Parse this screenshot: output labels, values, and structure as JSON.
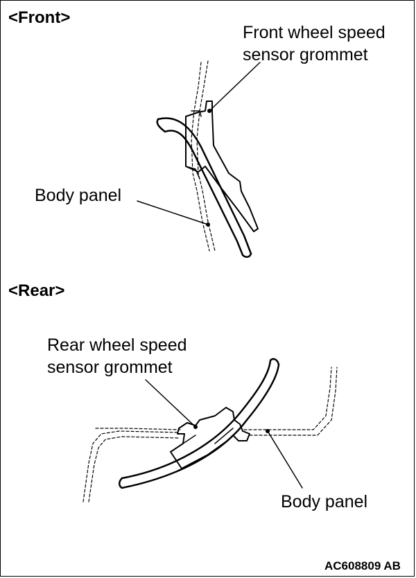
{
  "sections": {
    "front": {
      "title": "<Front>",
      "grommet_label_line1": "Front wheel speed",
      "grommet_label_line2": "sensor grommet",
      "panel_label": "Body panel"
    },
    "rear": {
      "title": "<Rear>",
      "grommet_label_line1": "Rear wheel speed",
      "grommet_label_line2": "sensor grommet",
      "panel_label": "Body panel"
    }
  },
  "figure_code": "AC608809 AB"
}
